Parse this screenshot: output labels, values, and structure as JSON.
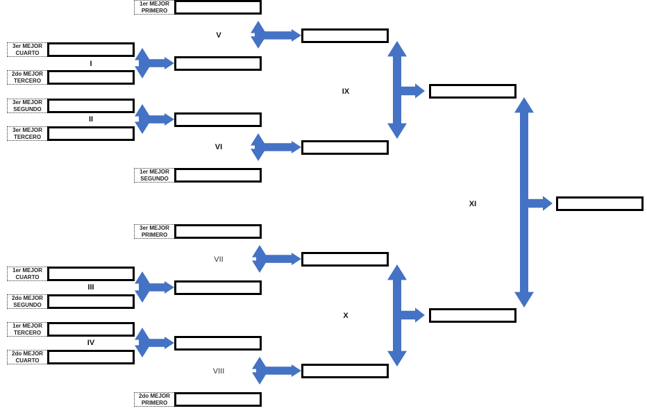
{
  "colors": {
    "arrow": "#4472C4",
    "box_border": "#000000"
  },
  "round1": [
    {
      "match": "I",
      "seeds": [
        {
          "line1": "3er MEJOR",
          "line2": "CUARTO",
          "team": ""
        },
        {
          "line1": "2do MEJOR",
          "line2": "TERCERO",
          "team": ""
        }
      ]
    },
    {
      "match": "II",
      "seeds": [
        {
          "line1": "3er MEJOR",
          "line2": "SEGUNDO",
          "team": ""
        },
        {
          "line1": "3er MEJOR",
          "line2": "TERCERO",
          "team": ""
        }
      ]
    },
    {
      "match": "III",
      "seeds": [
        {
          "line1": "1er MEJOR",
          "line2": "CUARTO",
          "team": ""
        },
        {
          "line1": "2do MEJOR",
          "line2": "SEGUNDO",
          "team": ""
        }
      ]
    },
    {
      "match": "IV",
      "seeds": [
        {
          "line1": "1er MEJOR",
          "line2": "TERCERO",
          "team": ""
        },
        {
          "line1": "2do MEJOR",
          "line2": "CUARTO",
          "team": ""
        }
      ]
    }
  ],
  "round2_byes": [
    {
      "line1": "1er MEJOR",
      "line2": "PRIMERO",
      "team": ""
    },
    {
      "line1": "1er MEJOR",
      "line2": "SEGUNDO",
      "team": ""
    },
    {
      "line1": "3er MEJOR",
      "line2": "PRIMERO",
      "team": ""
    },
    {
      "line1": "2do MEJOR",
      "line2": "PRIMERO",
      "team": ""
    }
  ],
  "round2_matches": [
    "V",
    "VI",
    "VII",
    "VIII"
  ],
  "round3_matches": [
    "IX",
    "X"
  ],
  "final_match": "XI"
}
